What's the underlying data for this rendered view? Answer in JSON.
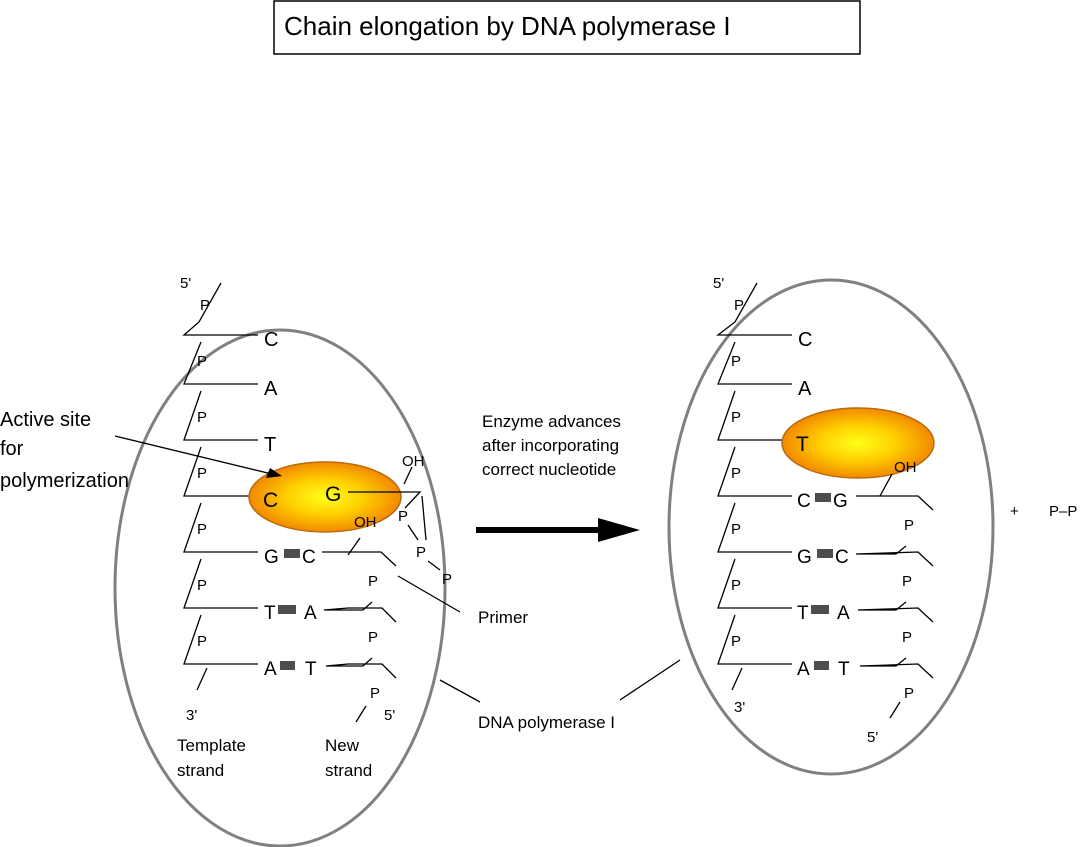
{
  "title": "Chain elongation by DNA polymerase I",
  "colors": {
    "enzyme_outline": "#808080",
    "active_site_center": "#ffff1a",
    "active_site_edge": "#ef7b00",
    "active_site_stroke": "#b86a10",
    "base_pair_bond": "#4d4d4d",
    "arrow": "#000000"
  },
  "labels": {
    "active_site": [
      "Active site",
      "for",
      "polymerization"
    ],
    "advance": [
      "Enzyme advances",
      "after incorporating",
      "correct nucleotide"
    ],
    "primer": "Primer",
    "polymerase": "DNA polymerase I",
    "template_strand": [
      "Template",
      "strand"
    ],
    "new_strand": [
      "New",
      "strand"
    ],
    "end_5": "5'",
    "end_3": "3'",
    "plus": "+",
    "pyrophosphate": "P–P"
  },
  "symbols": {
    "phosphate": "P",
    "hydroxyl": "OH"
  },
  "before": {
    "template_bases": [
      "C",
      "A",
      "T",
      "C",
      "G",
      "T",
      "A"
    ],
    "new_bases": [
      "G",
      "C",
      "A",
      "T"
    ],
    "incoming": {
      "base": "G",
      "triphosphate": [
        "P",
        "P",
        "P"
      ]
    }
  },
  "after": {
    "template_bases": [
      "C",
      "A",
      "T",
      "C",
      "G",
      "T",
      "A"
    ],
    "new_bases": [
      "G",
      "C",
      "A",
      "T"
    ]
  }
}
